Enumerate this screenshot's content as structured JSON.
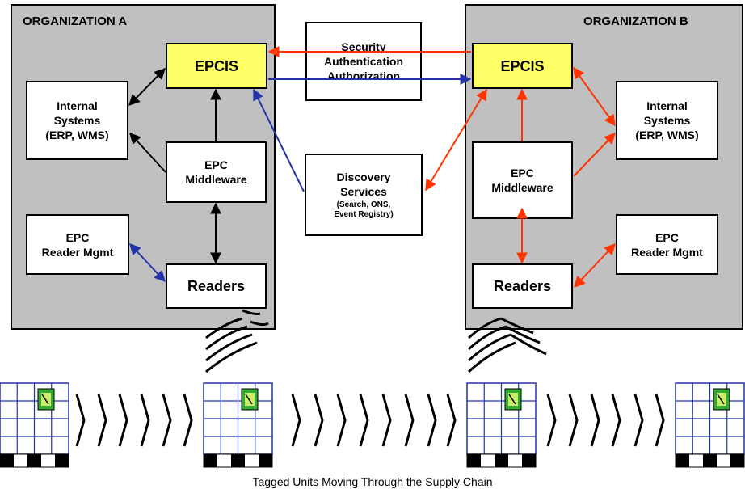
{
  "colors": {
    "org_a_title": "#0a2a8a",
    "org_b_title": "#ff3300",
    "epcis_fill": "#ffff66",
    "org_fill": "#c0c0c0",
    "arrow_black": "#000000",
    "arrow_blue": "#2233aa",
    "arrow_red": "#ff3300",
    "tag_green": "#33aa33",
    "pallet_grid": "#2233aa"
  },
  "org_a": {
    "title": "ORGANIZATION A",
    "epcis": "EPCIS",
    "internal_systems": "Internal\nSystems\n(ERP, WMS)",
    "middleware": "EPC\nMiddleware",
    "reader_mgmt": "EPC\nReader Mgmt",
    "readers": "Readers"
  },
  "org_b": {
    "title": "ORGANIZATION B",
    "epcis": "EPCIS",
    "internal_systems": "Internal\nSystems\n(ERP, WMS)",
    "middleware": "EPC\nMiddleware",
    "reader_mgmt": "EPC\nReader Mgmt",
    "readers": "Readers"
  },
  "security": "Security\nAuthentication\nAuthorization",
  "discovery": {
    "title": "Discovery\nServices",
    "subtitle": "(Search, ONS,\nEvent Registry)"
  },
  "caption": "Tagged Units Moving Through the Supply Chain",
  "icons": [
    "rfid-wave-icon",
    "pallet-icon",
    "rfid-tag-icon",
    "chevron-right-icon"
  ]
}
